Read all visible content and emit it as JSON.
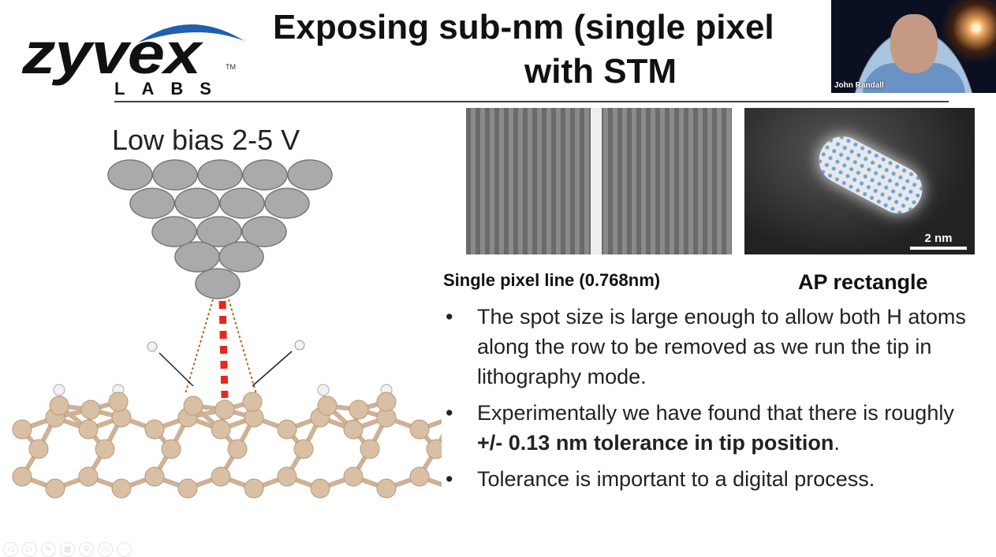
{
  "logo": {
    "name": "zyvex",
    "sub": "LABS",
    "tm": "TM"
  },
  "slide": {
    "title_line1": "Exposing sub-nm (single pixel",
    "title_line2": "with STM",
    "bias_label": "Low bias 2-5 V",
    "image1_caption": "Single pixel line (0.768nm)",
    "image2_caption": "AP rectangle",
    "scale_bar": "2 nm",
    "bullets": [
      {
        "text": "The spot size is large enough to allow both H atoms along the row to be removed as we run the tip in lithography mode."
      },
      {
        "pre": "Experimentally we have found that there is roughly ",
        "bold": "+/- 0.13 nm tolerance in tip position",
        "post": "."
      },
      {
        "text": "Tolerance is important to a digital process."
      }
    ]
  },
  "video": {
    "participant_name": "John Randall"
  },
  "controls": [
    {
      "icon": "previous-icon",
      "glyph": "◁"
    },
    {
      "icon": "next-icon",
      "glyph": "▷"
    },
    {
      "icon": "pen-icon",
      "glyph": "✎"
    },
    {
      "icon": "slides-icon",
      "glyph": "▦"
    },
    {
      "icon": "zoom-icon",
      "glyph": "⚲"
    },
    {
      "icon": "subtitles-icon",
      "glyph": "▭"
    },
    {
      "icon": "more-icon",
      "glyph": "⋯"
    }
  ],
  "colors": {
    "logo_arc": "#1f5fb0",
    "beam": "#e8261c",
    "atom": "#d9bfa3",
    "hydrogen": "#f2f2f2"
  }
}
